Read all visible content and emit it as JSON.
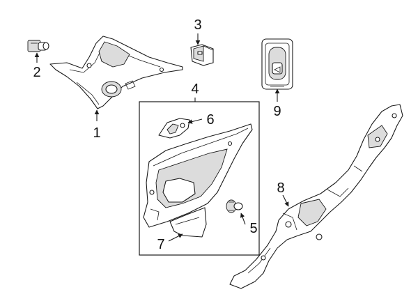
{
  "callouts": {
    "c1": "1",
    "c2": "2",
    "c3": "3",
    "c4": "4",
    "c5": "5",
    "c6": "6",
    "c7": "7",
    "c8": "8",
    "c9": "9"
  },
  "colors": {
    "line": "#1a1a1a",
    "background": "#ffffff",
    "shade": "#dcdcdc"
  }
}
